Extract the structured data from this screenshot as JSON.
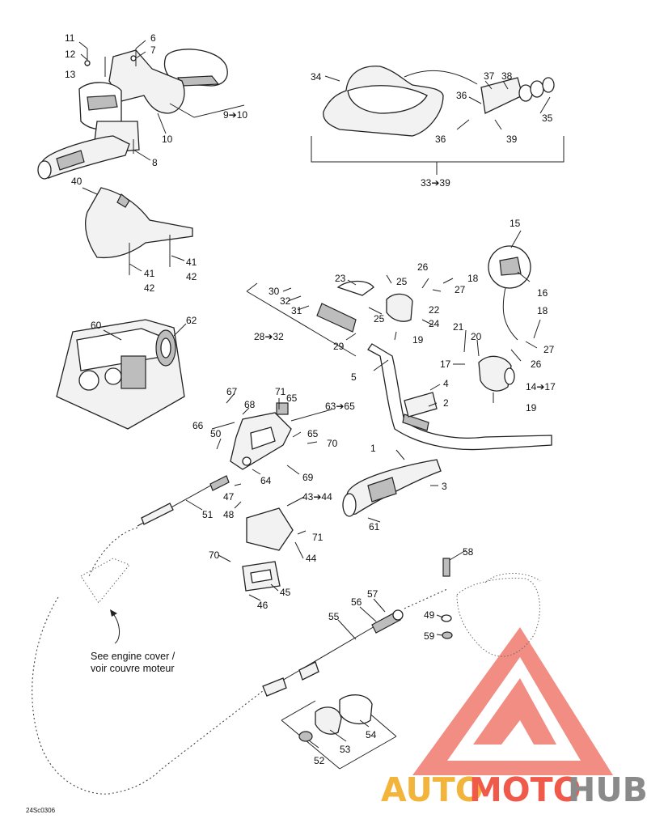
{
  "diagram": {
    "callouts": {
      "c1": "1",
      "c2": "2",
      "c3": "3",
      "c4": "4",
      "c5": "5",
      "c6": "6",
      "c7": "7",
      "c8": "8",
      "c9_10": "9➔10",
      "c10": "10",
      "c11": "11",
      "c12": "12",
      "c13": "13",
      "c14_17": "14➔17",
      "c15": "15",
      "c16": "16",
      "c17": "17",
      "c18a": "18",
      "c18b": "18",
      "c19a": "19",
      "c19b": "19",
      "c20": "20",
      "c21": "21",
      "c22": "22",
      "c23": "23",
      "c24": "24",
      "c25a": "25",
      "c25b": "25",
      "c26a": "26",
      "c26b": "26",
      "c27a": "27",
      "c27b": "27",
      "c28_32": "28➔32",
      "c29": "29",
      "c30": "30",
      "c31": "31",
      "c32": "32",
      "c33_39": "33➔39",
      "c34": "34",
      "c35": "35",
      "c36a": "36",
      "c36b": "36",
      "c37": "37",
      "c38": "38",
      "c39": "39",
      "c40": "40",
      "c41a": "41",
      "c41b": "41",
      "c42a": "42",
      "c42b": "42",
      "c43_44": "43➔44",
      "c44": "44",
      "c45": "45",
      "c46": "46",
      "c47": "47",
      "c48": "48",
      "c49": "49",
      "c50": "50",
      "c51": "51",
      "c52": "52",
      "c53": "53",
      "c54": "54",
      "c55": "55",
      "c56": "56",
      "c57": "57",
      "c58": "58",
      "c59": "59",
      "c60": "60",
      "c61": "61",
      "c62": "62",
      "c63_65": "63➔65",
      "c64": "64",
      "c65a": "65",
      "c65b": "65",
      "c66": "66",
      "c67": "67",
      "c68": "68",
      "c69": "69",
      "c70a": "70",
      "c70b": "70",
      "c71a": "71",
      "c71b": "71"
    },
    "note_line1": "See engine cover /",
    "note_line2": "voir couvre moteur",
    "figure_code": "24Sc0306"
  },
  "watermark": {
    "part1": "AUTO",
    "part2": "MOTO",
    "part3": "HUB",
    "colors": {
      "auto": "#f3b43c",
      "moto": "#ef5a4a",
      "hub": "#8a8a8a",
      "logo": "#f07a6e"
    }
  }
}
